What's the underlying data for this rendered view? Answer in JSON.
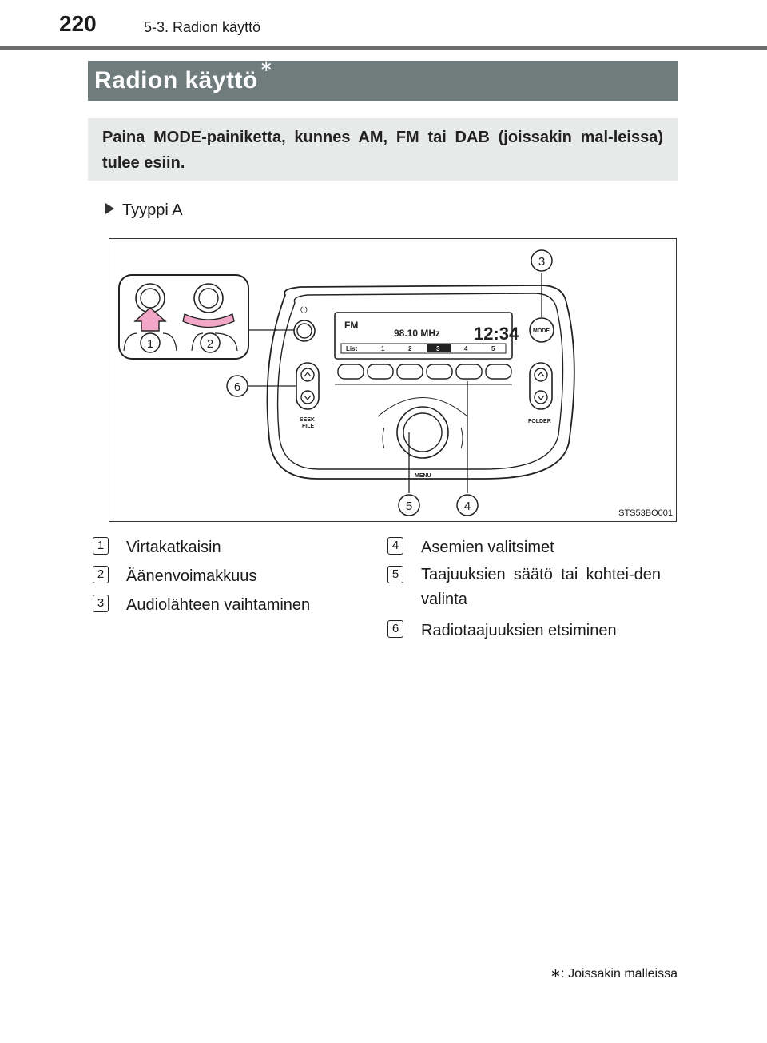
{
  "header": {
    "page_number": "220",
    "section": "5-3. Radion käyttö"
  },
  "title": {
    "text": "Radion käyttö",
    "asterisk": "∗"
  },
  "intro": "Paina MODE-painiketta, kunnes AM, FM tai DAB (joissakin mal-leissa) tulee esiin.",
  "type_label": "Tyyppi A",
  "figure": {
    "display_band": "FM",
    "display_freq": "98.10 MHz",
    "display_clock": "12:34",
    "preset_labels": [
      "List",
      "1",
      "2",
      "3",
      "4",
      "5"
    ],
    "power_symbol": "⏻",
    "mode_label": "MODE",
    "seek_label_1": "SEEK",
    "seek_label_2": "FILE",
    "folder_label": "FOLDER",
    "menu_label": "MENU",
    "callouts": [
      "1",
      "2",
      "3",
      "4",
      "5",
      "6"
    ],
    "code": "STS53BO001"
  },
  "legend": {
    "left": [
      {
        "num": "1",
        "text": "Virtakatkaisin"
      },
      {
        "num": "2",
        "text": "Äänenvoimakkuus"
      },
      {
        "num": "3",
        "text": "Audiolähteen vaihtaminen"
      }
    ],
    "right": [
      {
        "num": "4",
        "text": "Asemien valitsimet"
      },
      {
        "num": "5",
        "text": "Taajuuksien säätö tai kohtei-den valinta"
      },
      {
        "num": "6",
        "text": "Radiotaajuuksien etsiminen"
      }
    ]
  },
  "footnote": "∗: Joissakin malleissa"
}
